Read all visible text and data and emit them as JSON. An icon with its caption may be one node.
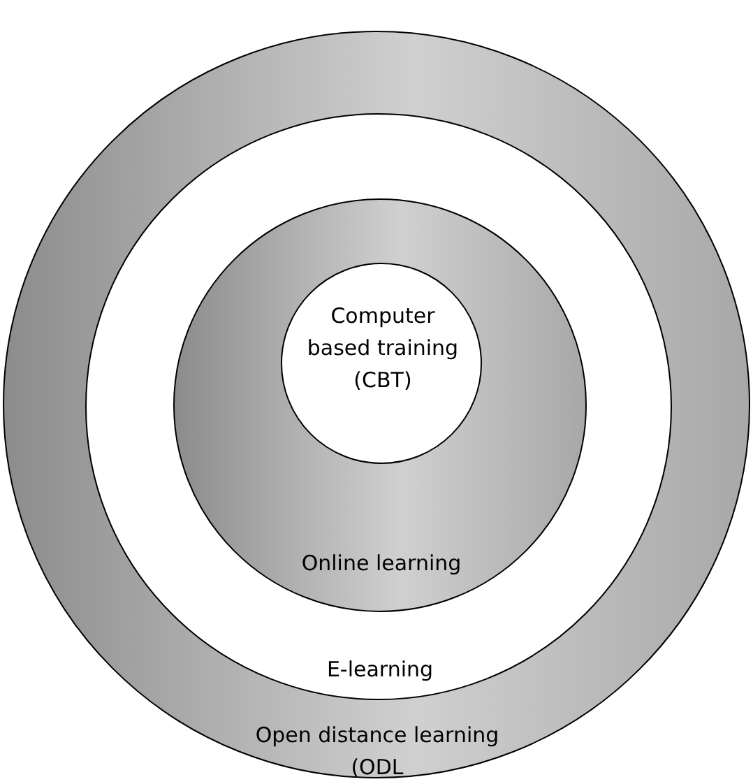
{
  "diagram": {
    "nodes": [
      {
        "text": [
          "Open distance learning (ODL"
        ]
      },
      {
        "text": [
          "E-learning"
        ],
        "in": 0
      },
      {
        "text": [
          "Online learning"
        ],
        "in": 1
      },
      {
        "text": [
          "Computer based training (CBT)"
        ],
        "in": 2
      }
    ]
  }
}
